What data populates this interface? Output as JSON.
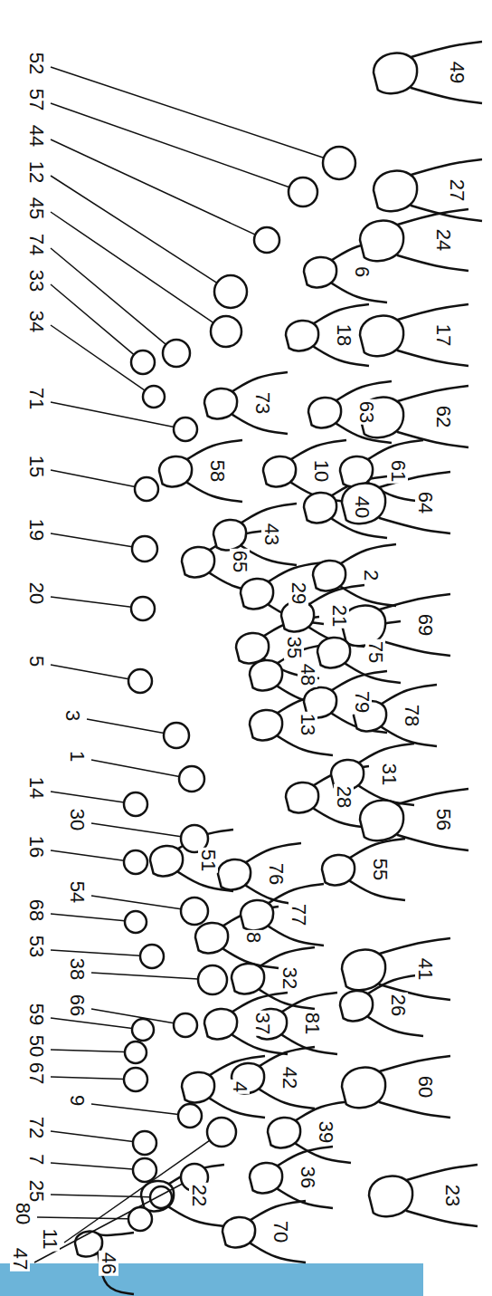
{
  "diagram": {
    "labels": [
      "52",
      "57",
      "44",
      "12",
      "45",
      "74",
      "33",
      "34",
      "71",
      "15",
      "19",
      "20",
      "5",
      "3",
      "1",
      "14",
      "30",
      "16",
      "54",
      "68",
      "53",
      "38",
      "66",
      "59",
      "50",
      "67",
      "9",
      "72",
      "7",
      "25",
      "80",
      "11",
      "47",
      "49",
      "27",
      "24",
      "6",
      "17",
      "18",
      "73",
      "63",
      "62",
      "58",
      "10",
      "61",
      "40",
      "64",
      "43",
      "65",
      "2",
      "29",
      "21",
      "69",
      "35",
      "75",
      "48",
      "79",
      "78",
      "13",
      "31",
      "28",
      "56",
      "51",
      "55",
      "76",
      "77",
      "8",
      "41",
      "32",
      "26",
      "37",
      "81",
      "42",
      "4",
      "60",
      "39",
      "36",
      "23",
      "22",
      "70",
      "46"
    ]
  }
}
